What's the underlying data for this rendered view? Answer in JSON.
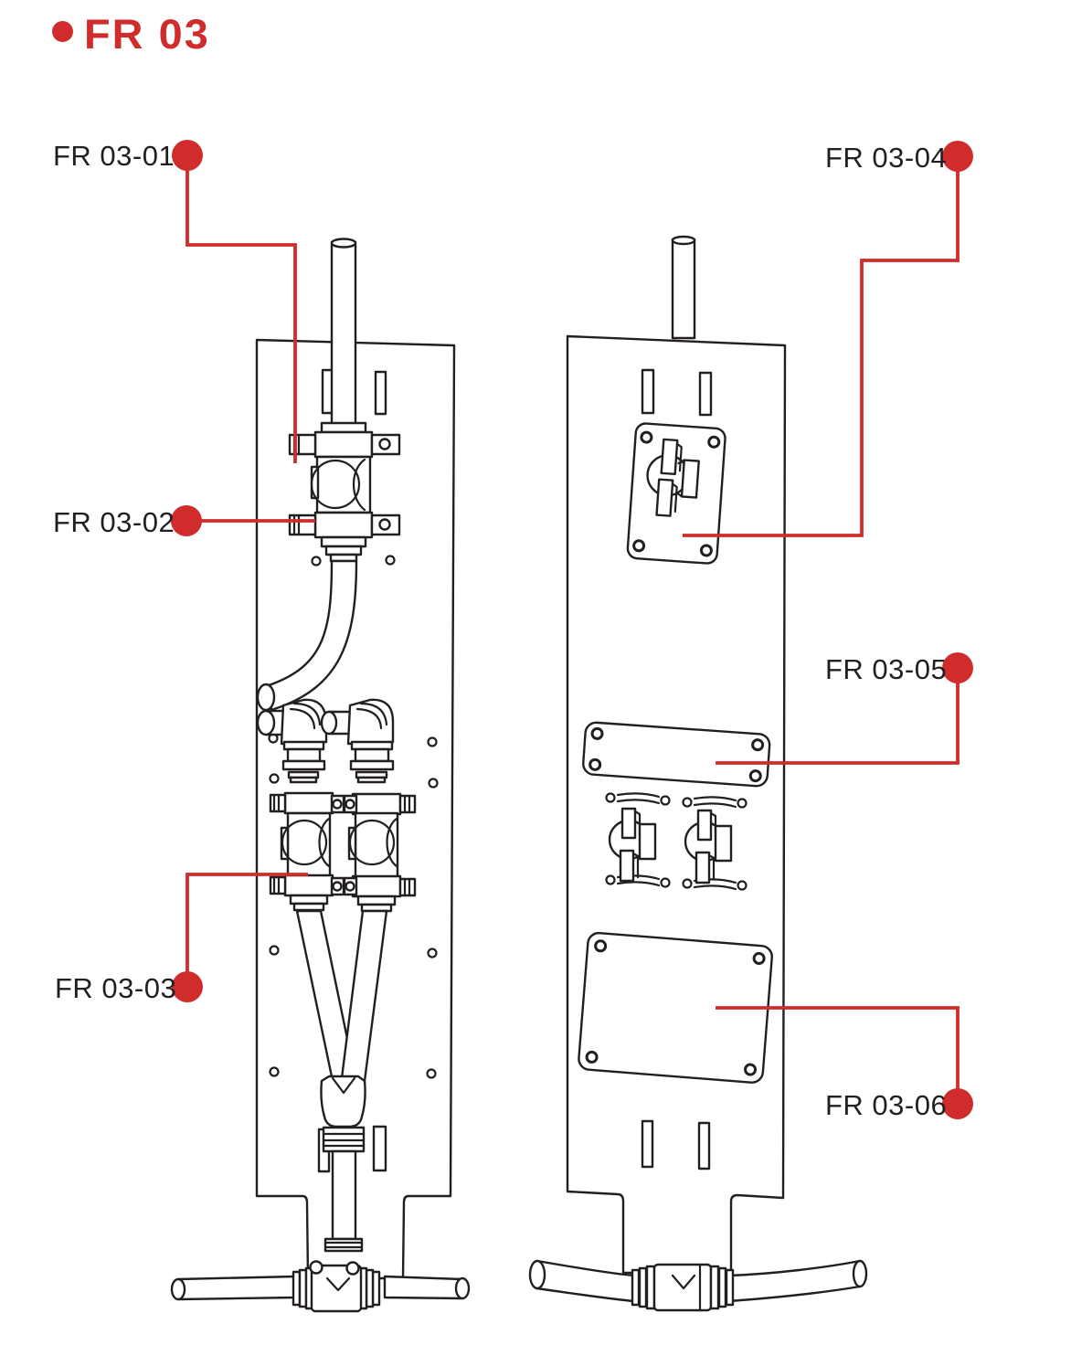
{
  "title": {
    "bullet_icon": "red-dot",
    "text": "FR 03"
  },
  "colors": {
    "accent": "#d02c2c",
    "ink": "#231f20",
    "background": "#ffffff"
  },
  "callouts": [
    {
      "label": "FR 03-01"
    },
    {
      "label": "FR 03-02"
    },
    {
      "label": "FR 03-03"
    },
    {
      "label": "FR 03-04"
    },
    {
      "label": "FR 03-05"
    },
    {
      "label": "FR 03-06"
    }
  ]
}
